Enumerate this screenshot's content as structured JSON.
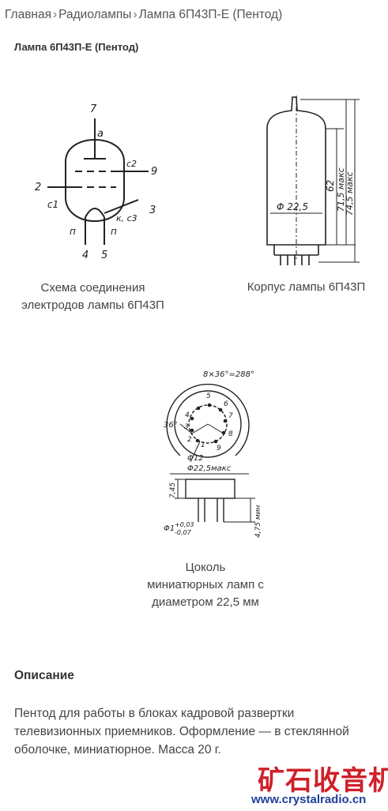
{
  "breadcrumb": {
    "items": [
      "Главная",
      "Радиолампы",
      "Лампа 6П43П-Е (Пентод)"
    ],
    "separator": "›"
  },
  "page_title": "Лампа 6П43П-Е (Пентод)",
  "figures": {
    "schema": {
      "caption": "Схема соединения электродов лампы 6П43П",
      "labels": {
        "pin_top": "7",
        "anode": "a",
        "c2": "c2",
        "pin_9": "9",
        "pin_2": "2",
        "c1": "c1",
        "k_c3": "к, с3",
        "pin_3": "3",
        "heater_left": "п",
        "heater_right": "п",
        "pin_4": "4",
        "pin_5": "5"
      }
    },
    "body": {
      "caption": "Корпус лампы 6П43П",
      "labels": {
        "diameter": "Φ 22,5",
        "dim_62": "62",
        "dim_715": "71,5 макс",
        "dim_745": "74,5 макс"
      }
    },
    "socket": {
      "caption": "Цоколь миниатюрных ламп с диаметром 22,5 мм",
      "labels": {
        "angle": "8×36°=288°",
        "angle_small": "36°",
        "pins": [
          "1",
          "2",
          "3",
          "4",
          "5",
          "6",
          "7",
          "8",
          "9"
        ],
        "circle": "Φ12",
        "diameter": "Φ22,5макс",
        "height": "7,45",
        "pin_dia": "Φ1",
        "tol_plus": "+0,03",
        "tol_minus": "-0,07",
        "pin_len": "4,75 мин"
      }
    }
  },
  "description": {
    "title": "Описание",
    "text": "Пентод для работы в блоках кадровой развертки телевизионных приемников. Оформление — в стеклянной оболочке, миниатюрное. Масса 20 г."
  },
  "watermark": {
    "text": "矿石收音机",
    "url": "www.crystalradio.cn"
  }
}
